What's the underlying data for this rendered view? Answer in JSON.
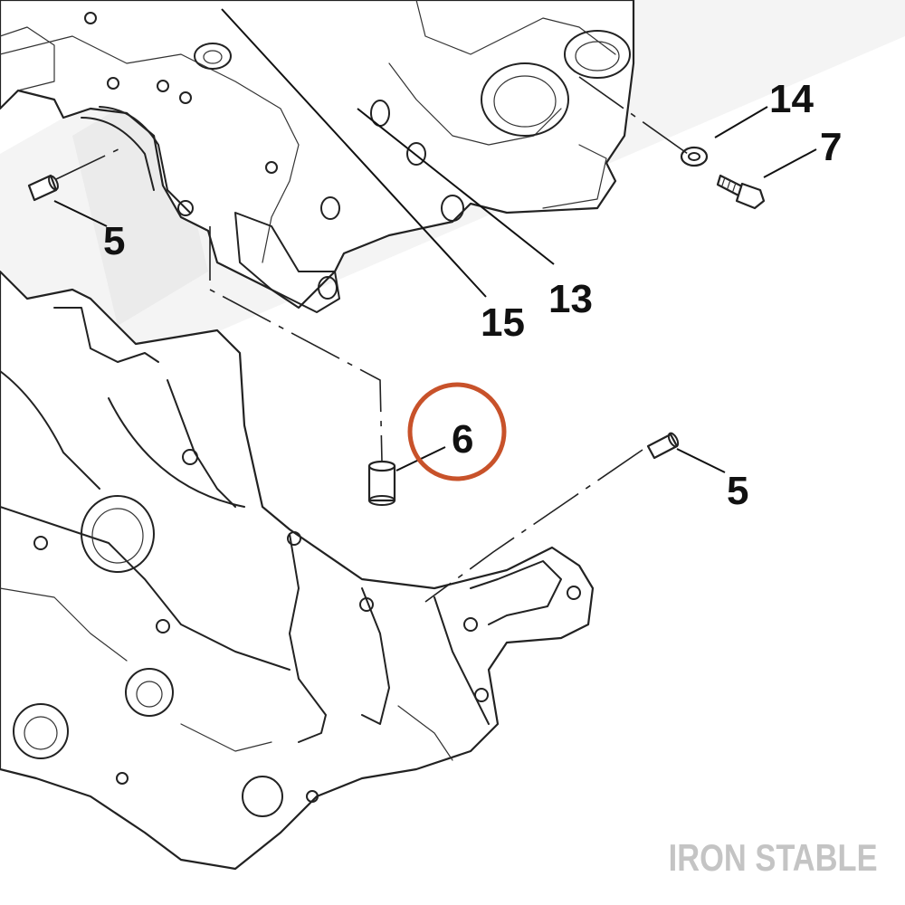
{
  "callouts": {
    "c14": "14",
    "c7": "7",
    "c5_left": "5",
    "c13": "13",
    "c15": "15",
    "c6": "6",
    "c5_right": "5"
  },
  "highlight": {
    "callout": "6",
    "color": "#c8522a"
  },
  "brand": {
    "text": "IRON STABLE",
    "color": "#c4c4c4"
  },
  "watermark": {
    "color": "#ebebeb"
  }
}
